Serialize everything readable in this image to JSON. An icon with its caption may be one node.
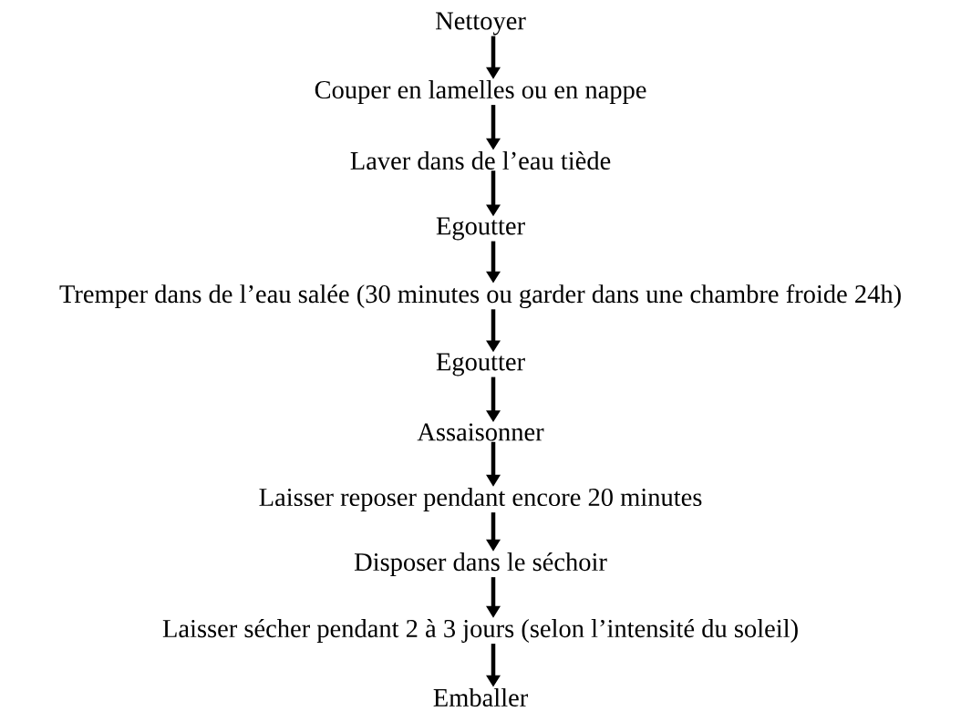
{
  "diagram": {
    "nodes": [
      {
        "text": [
          "Nettoyer"
        ]
      },
      {
        "text": [
          "Couper en lamelles ou en nappe"
        ]
      },
      {
        "text": [
          "Laver dans de l’eau tiède"
        ]
      },
      {
        "text": [
          "Egoutter"
        ]
      },
      {
        "text": [
          "Tremper dans de l’eau salée (30 minutes ou garder dans une chambre froide 24h)"
        ]
      },
      {
        "text": [
          "Egoutter"
        ]
      },
      {
        "text": [
          "Assaisonner"
        ]
      },
      {
        "text": [
          "Laisser reposer pendant encore 20 minutes"
        ]
      },
      {
        "text": [
          "Disposer dans le séchoir"
        ]
      },
      {
        "text": [
          "Laisser sécher pendant 2 à 3 jours (selon l’intensité du soleil)"
        ]
      },
      {
        "text": [
          "Emballer"
        ]
      }
    ],
    "edges": [
      {
        "from": 0,
        "to": 1,
        "arrow": "to"
      },
      {
        "from": 1,
        "to": 2,
        "arrow": "to"
      },
      {
        "from": 2,
        "to": 3,
        "arrow": "to"
      },
      {
        "from": 3,
        "to": 4,
        "arrow": "to"
      },
      {
        "from": 4,
        "to": 5,
        "arrow": "to"
      },
      {
        "from": 5,
        "to": 6,
        "arrow": "to"
      },
      {
        "from": 6,
        "to": 7,
        "arrow": "to"
      },
      {
        "from": 7,
        "to": 8,
        "arrow": "to"
      },
      {
        "from": 8,
        "to": 9,
        "arrow": "to"
      },
      {
        "from": 9,
        "to": 10,
        "arrow": "to"
      }
    ]
  }
}
